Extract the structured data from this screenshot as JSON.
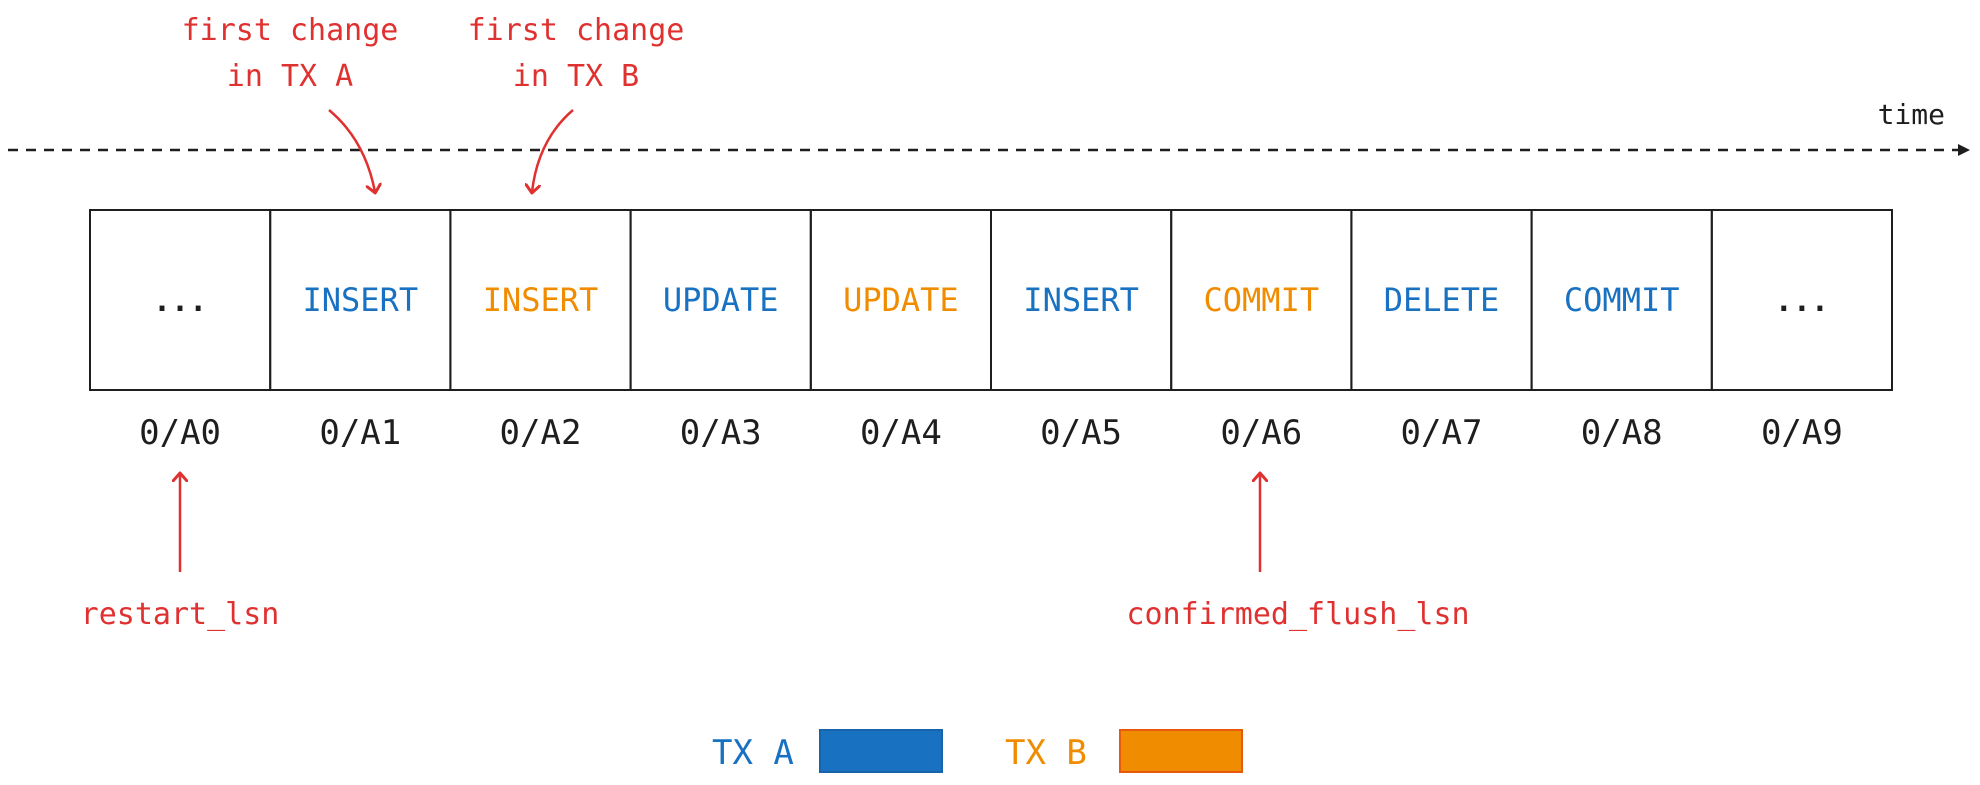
{
  "colors": {
    "tx_a": "#1971c2",
    "tx_b": "#f08c00",
    "annotation": "#e03131",
    "neutral": "#1e1e1e"
  },
  "timeline": {
    "label": "time"
  },
  "cells": [
    {
      "op": "...",
      "lsn": "0/A0",
      "tx": "none"
    },
    {
      "op": "INSERT",
      "lsn": "0/A1",
      "tx": "A"
    },
    {
      "op": "INSERT",
      "lsn": "0/A2",
      "tx": "B"
    },
    {
      "op": "UPDATE",
      "lsn": "0/A3",
      "tx": "A"
    },
    {
      "op": "UPDATE",
      "lsn": "0/A4",
      "tx": "B"
    },
    {
      "op": "INSERT",
      "lsn": "0/A5",
      "tx": "A"
    },
    {
      "op": "COMMIT",
      "lsn": "0/A6",
      "tx": "B"
    },
    {
      "op": "DELETE",
      "lsn": "0/A7",
      "tx": "A"
    },
    {
      "op": "COMMIT",
      "lsn": "0/A8",
      "tx": "A"
    },
    {
      "op": "...",
      "lsn": "0/A9",
      "tx": "none"
    }
  ],
  "annotations": {
    "first_change_a": {
      "line1": "first change",
      "line2": "in TX A"
    },
    "first_change_b": {
      "line1": "first change",
      "line2": "in TX B"
    },
    "restart_lsn": "restart_lsn",
    "confirmed_flush_lsn": "confirmed_flush_lsn"
  },
  "legend": {
    "tx_a": "TX A",
    "tx_b": "TX B"
  }
}
